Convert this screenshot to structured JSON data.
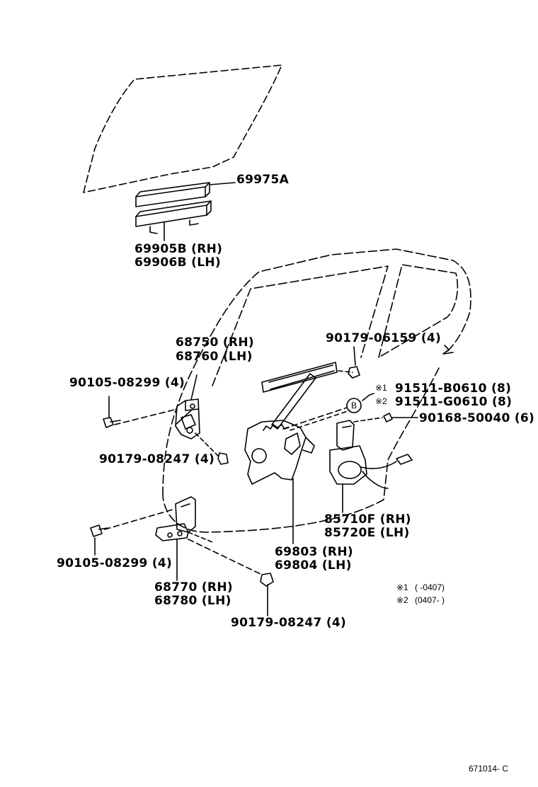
{
  "labels": {
    "glass_channel": "69975A",
    "glass_run_rh": "69905B (RH)",
    "glass_run_lh": "69906B (LH)",
    "hinge_upper_rh": "68750 (RH)",
    "hinge_upper_lh": "68760 (LH)",
    "bolt_upper_hinge": "90105-08299 (4)",
    "nut_upper_hinge": "90179-08247 (4)",
    "nut_top": "90179-06159 (4)",
    "rivet_1_marker": "※1",
    "rivet_1": "91511-B0610 (8)",
    "rivet_2_marker": "※2",
    "rivet_2": "91511-G0610 (8)",
    "callout_b": "B",
    "screw_motor": "90168-50040 (6)",
    "motor_rh": "85710F (RH)",
    "motor_lh": "85720E (LH)",
    "regulator_rh": "69803 (RH)",
    "regulator_lh": "69804 (LH)",
    "bolt_lower_hinge": "90105-08299 (4)",
    "hinge_lower_rh": "68770 (RH)",
    "hinge_lower_lh": "68780 (LH)",
    "nut_lower_hinge": "90179-08247 (4)"
  },
  "notes": {
    "note1_marker": "※1",
    "note1_text": "(        -0407)",
    "note2_marker": "※2",
    "note2_text": "(0407-        )"
  },
  "reference": "671014- C"
}
